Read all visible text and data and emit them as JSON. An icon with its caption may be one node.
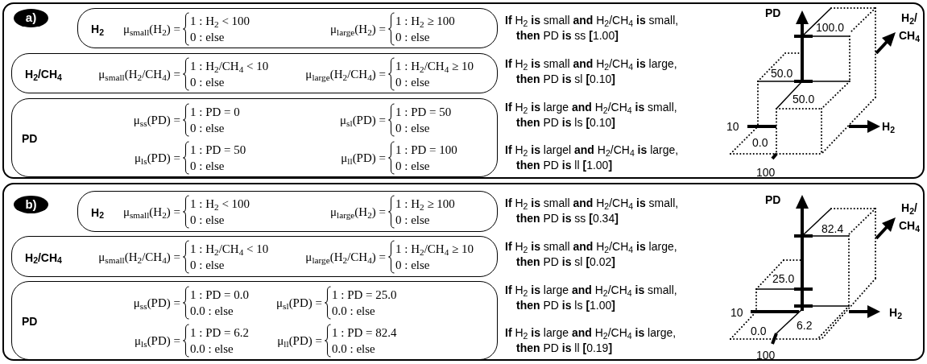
{
  "diagram": {
    "nodes": [
      {
        "text": [],
        "shape": "box"
      },
      {
        "text": [
          "a)"
        ],
        "in": 0
      },
      {
        "text": [
          "H$_{2}$",
          "μ$_{small}$(H$_{2}$) =",
          "1 : H$_{2}$ < 100",
          "0 : else",
          "μ$_{large}$(H$_{2}$) =",
          "1 : H$_{2}$ ≥ 100",
          "0 : else"
        ],
        "in": 0
      },
      {
        "text": [
          "H$_{2}$/CH$_{4}$",
          "μ$_{small}$(H$_{2}$/CH$_{4}$) =",
          "1 : H$_{2}$/CH$_{4}$ < 10",
          "0 : else",
          "μ$_{large}$(H$_{2}$/CH$_{4}$) =",
          "1 : H$_{2}$/CH$_{4}$ ≥ 10",
          "0 : else"
        ],
        "in": 0
      },
      {
        "text": [
          "PD",
          "μ$_{ss}$(PD) =",
          "1 : PD = 0",
          "0 : else",
          "μ$_{sl}$(PD) =",
          "1 : PD = 50",
          "0 : else",
          "μ$_{ls}$(PD) =",
          "1 : PD = 50",
          "0 : else",
          "μ$_{ll}$(PD) =",
          "1 : PD = 100",
          "0 : else"
        ],
        "in": 0
      },
      {
        "text": [],
        "shape": "box"
      },
      {
        "text": [
          "b)"
        ],
        "in": 5
      },
      {
        "text": [
          "H$_{2}$",
          "μ$_{small}$(H$_{2}$) =",
          "1 : H$_{2}$ < 100",
          "0 : else",
          "μ$_{large}$(H$_{2}$) =",
          "1 : H$_{2}$ ≥ 100",
          "0 : else"
        ],
        "in": 5
      },
      {
        "text": [
          "H$_{2}$/CH$_{4}$",
          "μ$_{small}$(H$_{2}$/CH$_{4}$) =",
          "1 : H$_{2}$/CH$_{4}$ < 10",
          "0 : else",
          "μ$_{large}$(H$_{2}$/CH$_{4}$) =",
          "1 : H$_{2}$/CH$_{4}$ ≥ 10",
          "0 : else"
        ],
        "in": 5
      },
      {
        "text": [
          "PD",
          "μ$_{ss}$(PD) =",
          "1 : PD = 0.0",
          "0.0 : else",
          "μ$_{sl}$(PD) =",
          "1 : PD = 25.0",
          "0.0 : else",
          "μ$_{ls}$(PD) =",
          "1 : PD = 6.2",
          "0.0 : else",
          "μ$_{ll}$(PD) =",
          "1 : PD = 82.4",
          "0.0 : else"
        ],
        "in": 5
      }
    ],
    "labels": [
      "**If** H$_{2}$ **is** small **and** H$_{2}$/CH$_{4}$ **is** small, **then** PD **is** ss **[**1.00**]**",
      "**If** H$_{2}$ **is** small **and** H$_{2}$/CH$_{4}$ **is** large, **then** PD **is** sl **[**0.10**]**",
      "**If** H$_{2}$ **is** large **and** H$_{2}$/CH$_{4}$ **is** small, **then** PD **is** ls **[**0.10**]**",
      "**If** H$_{2}$ **is** largel **and** H$_{2}$/CH$_{4}$ **is** large, **then** PD **is** ll **[**1.00**]**",
      "PD",
      "H$_{2}$/ CH$_{4}$",
      "100.0",
      "50.0",
      "50.0",
      "10",
      "H$_{2}$",
      "0.0",
      "100",
      "**If** H$_{2}$ **is** small **and** H$_{2}$/CH$_{4}$ **is** small, **then** PD **is** ss **[**0.34**]**",
      "**If** H$_{2}$ **is** small **and** H$_{2}$/CH$_{4}$ **is** large, **then** PD **is** sl **[**0.02**]**",
      "**If** H$_{2}$ **is** large **and** H$_{2}$/CH$_{4}$ **is** small, **then** PD **is** ls **[**1.00**]**",
      "**If** H$_{2}$ **is** large **and** H$_{2}$/CH$_{4}$ **is** large, **then** PD **is** ll **[**0.19**]**",
      "PD",
      "H$_{2}$/ CH$_{4}$",
      "82.4",
      "25.0",
      "10",
      "H$_{2}$",
      "6.2",
      "0.0",
      "100"
    ]
  }
}
